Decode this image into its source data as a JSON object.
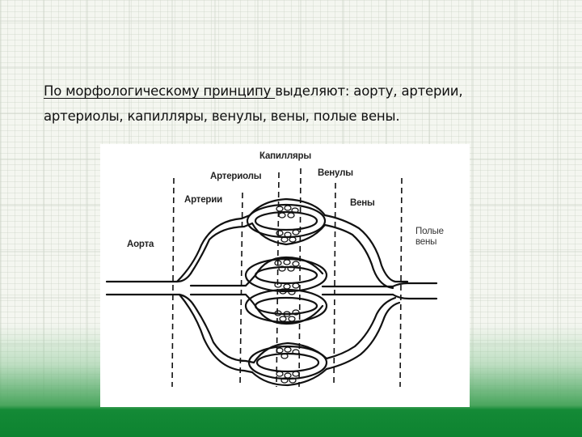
{
  "slide": {
    "text": {
      "underlined_part": "По морфологическому принципу ",
      "rest_line1": "выделяют: аорту, артерии,",
      "line2": "артериолы, капилляры, венулы, вены, полые вены."
    }
  },
  "figure": {
    "labels": {
      "aorta": "Аорта",
      "arteries": "Артерии",
      "arterioles": "Артериолы",
      "capillaries": "Капилляры",
      "venules": "Венулы",
      "veins": "Вены",
      "vena_cava_line1": "Полые",
      "vena_cava_line2": "вены"
    }
  },
  "colors": {
    "text": "#111111",
    "accent_green": "#0d8330",
    "figure_bg": "#ffffff"
  }
}
